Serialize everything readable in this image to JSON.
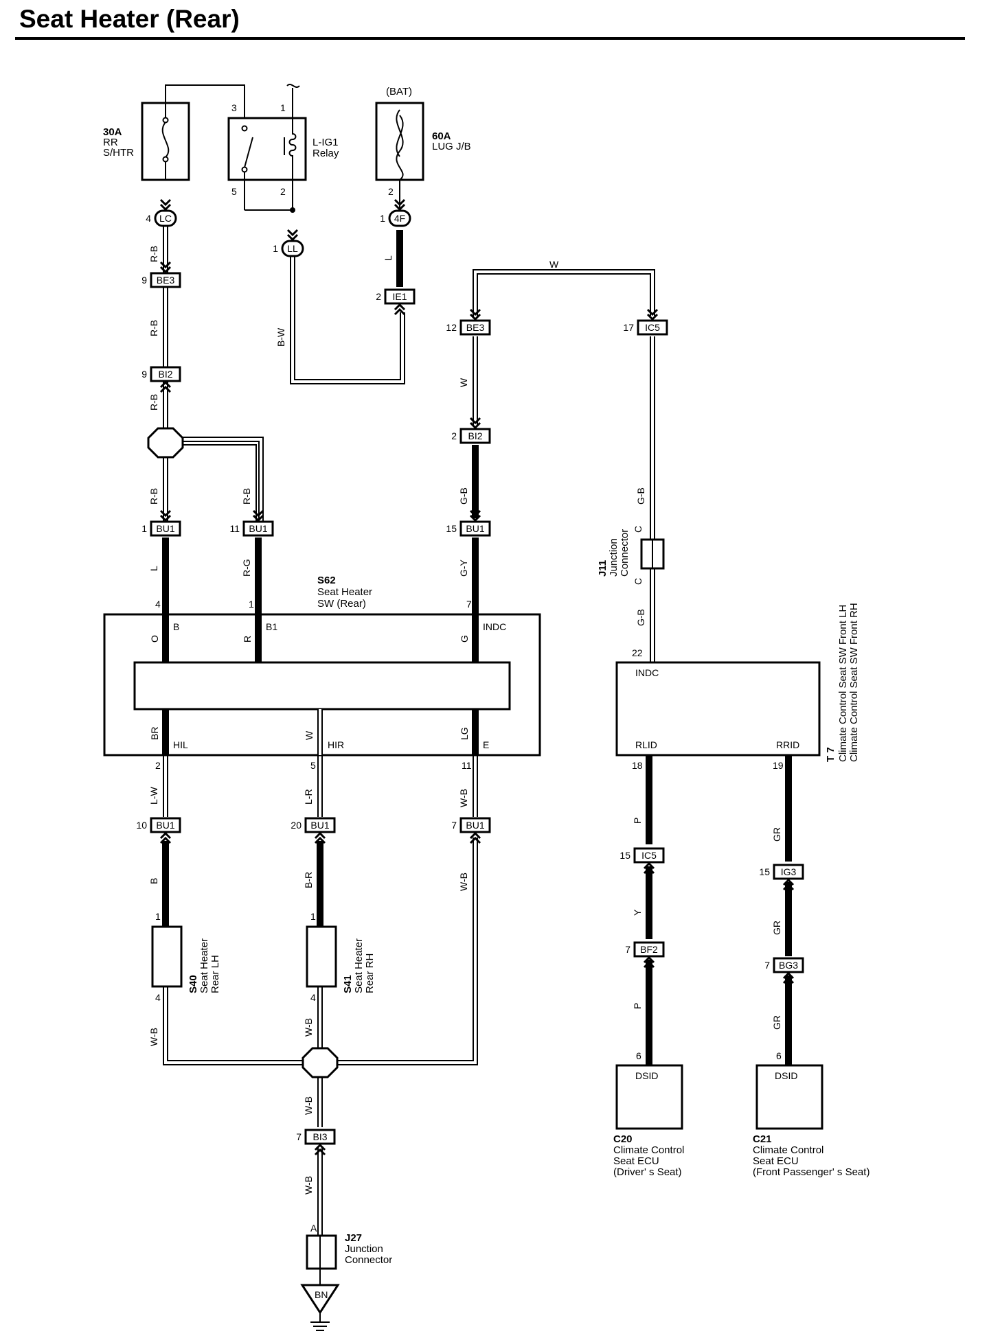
{
  "title": "Seat Heater (Rear)",
  "components": {
    "fuse_rr": {
      "amp": "30A",
      "line1": "RR",
      "line2": "S/HTR"
    },
    "fuse_lug": {
      "amp": "60A",
      "line1": "LUG J/B",
      "bat": "(BAT)"
    },
    "relay": {
      "name1": "L-IG1",
      "name2": "Relay",
      "pin3": "3",
      "pin1": "1",
      "pin5": "5",
      "pin2": "2"
    },
    "s62": {
      "code": "S62",
      "name1": "Seat Heater",
      "name2": "SW (Rear)"
    },
    "s40": {
      "code": "S40",
      "name1": "Seat Heater",
      "name2": "Rear LH"
    },
    "s41": {
      "code": "S41",
      "name1": "Seat Heater",
      "name2": "Rear RH"
    },
    "t7": {
      "code": "T 7",
      "name1": "Climate Control Seat SW Front LH",
      "name2": "Climate Control Seat SW Front RH"
    },
    "j11": {
      "code": "J11",
      "name1": "Junction",
      "name2": "Connector"
    },
    "j27": {
      "code": "J27",
      "name1": "Junction",
      "name2": "Connector"
    },
    "c20": {
      "code": "C20",
      "name1": "Climate Control",
      "name2": "Seat ECU",
      "name3": "(Driver' s Seat)"
    },
    "c21": {
      "code": "C21",
      "name1": "Climate Control",
      "name2": "Seat ECU",
      "name3": "(Front Passenger' s Seat)"
    },
    "ground": "BN"
  },
  "terminals": {
    "s62": {
      "b": "B",
      "b1": "B1",
      "indc": "INDC",
      "hil": "HIL",
      "hir": "HIR",
      "e": "E",
      "o": "O",
      "r": "R",
      "g": "G",
      "br": "BR",
      "w": "W",
      "lg": "LG"
    },
    "t7": {
      "indc": "INDC",
      "rlid": "RLID",
      "rrid": "RRID"
    },
    "c20": "DSID",
    "c21": "DSID",
    "j11_c_top": "C",
    "j11_c_bot": "C",
    "j27_a": "A"
  },
  "connectors": {
    "lc": "LC",
    "ll": "LL",
    "f4": "4F",
    "ie1": "IE1",
    "be3_left": "BE3",
    "bi2_left": "BI2",
    "bu1_a": "BU1",
    "bu1_b": "BU1",
    "be3_mid": "BE3",
    "bi2_mid": "BI2",
    "bu1_c": "BU1",
    "ic5_top": "IC5",
    "bu1_d": "BU1",
    "bu1_e": "BU1",
    "bu1_f": "BU1",
    "bi3": "BI3",
    "ic5_bot": "IC5",
    "bf2": "BF2",
    "ig3": "IG3",
    "bg3": "BG3"
  },
  "pins": {
    "lc": "4",
    "ll": "1",
    "f4": "1",
    "f4_top": "2",
    "ie1": "2",
    "be3_left": "9",
    "bi2_left": "9",
    "bu1_a": "1",
    "bu1_b": "11",
    "be3_mid": "12",
    "bi2_mid": "2",
    "bu1_c": "15",
    "ic5_top": "17",
    "s62_4": "4",
    "s62_1": "1",
    "s62_7": "7",
    "s62_2": "2",
    "s62_5": "5",
    "s62_11": "11",
    "bu1_d": "10",
    "bu1_e": "20",
    "bu1_f": "7",
    "s40_1": "1",
    "s40_4": "4",
    "s41_1": "1",
    "s41_4": "4",
    "bi3": "7",
    "t7_22": "22",
    "t7_18": "18",
    "t7_19": "19",
    "ic5_bot": "15",
    "bf2": "7",
    "ig3": "15",
    "bg3": "7",
    "c20": "6",
    "c21": "6"
  },
  "wires": {
    "rb1": "R-B",
    "rb2": "R-B",
    "rb3": "R-B",
    "rb4": "R-B",
    "rb5": "R-B",
    "l_left": "L",
    "rg": "R-G",
    "bw": "B-W",
    "l_bat": "L",
    "w_top": "W",
    "w_mid": "W",
    "gb_mid": "G-B",
    "gy": "G-Y",
    "gb_j11_top": "G-B",
    "gb_j11_bot": "G-B",
    "lw": "L-W",
    "lr": "L-R",
    "wb_right": "W-B",
    "wb_right2": "W-B",
    "b": "B",
    "br": "B-R",
    "wb_s40": "W-B",
    "wb_s41": "W-B",
    "wb_bi3_top": "W-B",
    "wb_bi3_bot": "W-B",
    "p1": "P",
    "y": "Y",
    "p2": "P",
    "gr1": "GR",
    "gr2": "GR",
    "gr3": "GR"
  }
}
